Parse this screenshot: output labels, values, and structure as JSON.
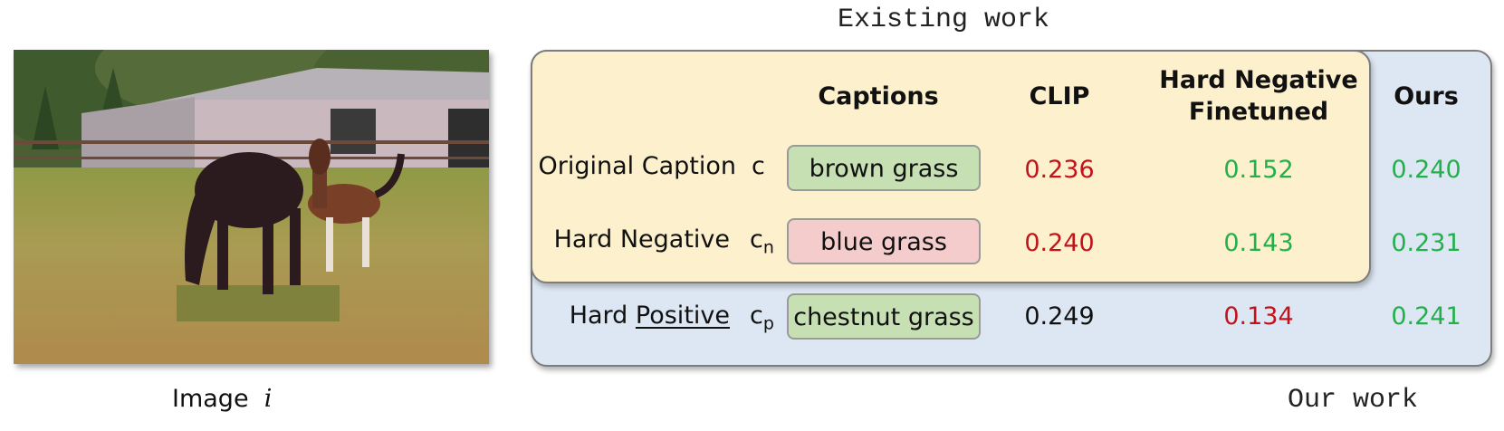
{
  "top_label": "Existing work",
  "bottom_label": "Our work",
  "image_label": {
    "text": "Image",
    "var": "i"
  },
  "columns": {
    "captions": "Captions",
    "clip": "CLIP",
    "hn_finetuned_line1": "Hard Negative",
    "hn_finetuned_line2": "Finetuned",
    "ours": "Ours"
  },
  "rows": [
    {
      "label": "Original Caption",
      "symbol": "c",
      "sub": "",
      "caption": "brown grass",
      "clip": "0.236",
      "hn": "0.152",
      "ours": "0.240"
    },
    {
      "label": "Hard Negative",
      "symbol": "c",
      "sub": "n",
      "caption": "blue grass",
      "clip": "0.240",
      "hn": "0.143",
      "ours": "0.231"
    },
    {
      "label_prefix": "Hard ",
      "label_underlined": "Positive",
      "symbol": "c",
      "sub": "p",
      "caption": "chestnut grass",
      "clip": "0.249",
      "hn": "0.134",
      "ours": "0.241"
    }
  ],
  "colors": {
    "red": "#c0141c",
    "green": "#22b04b",
    "existing_bg": "#fdf0cc",
    "ours_bg": "#dde7f3"
  }
}
